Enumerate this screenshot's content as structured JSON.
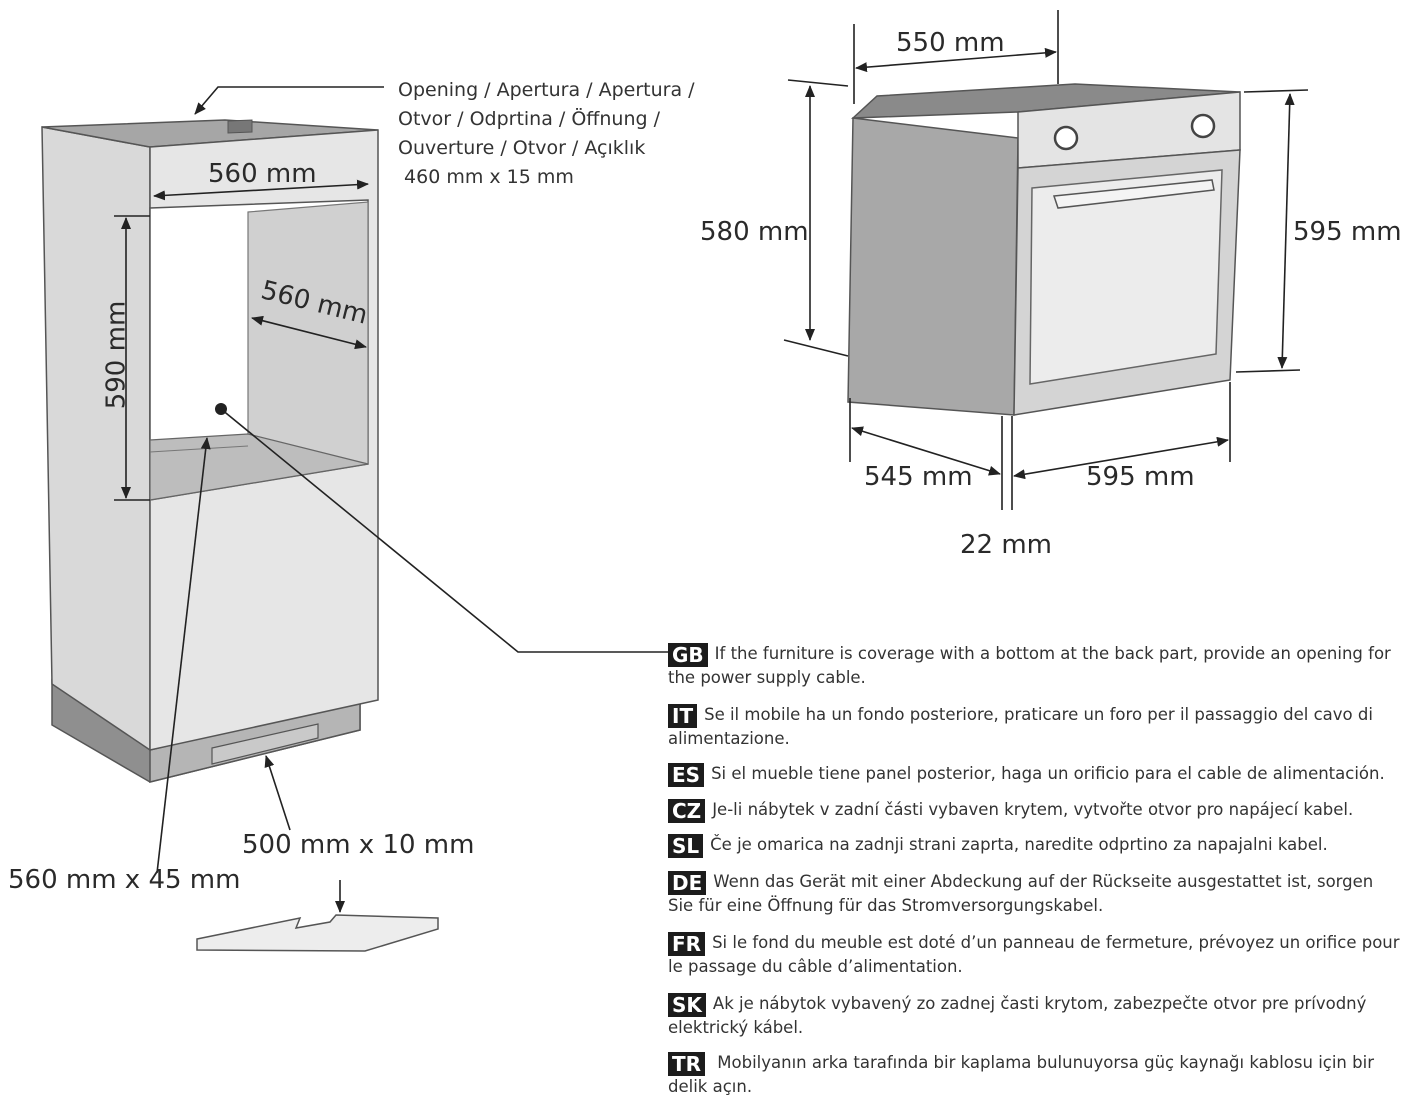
{
  "opening_note": {
    "lines": [
      "Opening / Apertura / Apertura /",
      "Otvor / Odprtina / Öffnung /",
      "Ouverture / Otvor / Açıklık",
      " 460 mm x 15 mm"
    ]
  },
  "cabinet": {
    "width": "560 mm",
    "depth": "560 mm",
    "height": "590 mm",
    "bottom_slot": "500 mm x 10 mm",
    "front_slot": "560 mm x 45 mm"
  },
  "oven": {
    "top_width": "550 mm",
    "body_height": "580 mm",
    "front_height": "595 mm",
    "depth": "545 mm",
    "front_width": "595 mm",
    "panel_thickness": "22 mm"
  },
  "instructions": [
    {
      "code": "GB",
      "text": "If the furniture is coverage with a bottom at the back part, provide an opening for the power supply cable."
    },
    {
      "code": "IT",
      "text": "Se il mobile ha un fondo posteriore, praticare un foro per il passaggio del cavo di alimentazione."
    },
    {
      "code": "ES",
      "text": "Si el mueble tiene panel posterior, haga un orificio para el cable de alimentación."
    },
    {
      "code": "CZ",
      "text": "Je-li nábytek v zadní části vybaven krytem, vytvořte otvor pro napájecí kabel."
    },
    {
      "code": "SL",
      "text": "Če je omarica na zadnji strani zaprta, naredite odprtino za napajalni kabel."
    },
    {
      "code": "DE",
      "text": "Wenn das Gerät mit einer Abdeckung auf der Rückseite ausgestattet ist, sorgen Sie für eine Öffnung für das Stromversorgungskabel."
    },
    {
      "code": "FR",
      "text": "Si le fond du meuble est doté d’un panneau de fermeture, prévoyez un orifice pour le passage du câble d’alimentation."
    },
    {
      "code": "SK",
      "text": "Ak je nábytok vybavený zo zadnej časti krytom, zabezpečte otvor pre prívodný elektrický kábel."
    },
    {
      "code": "TR",
      "text": " Mobilyanın arka tarafında bir kaplama bulunuyorsa güç kaynağı kablosu için bir delik açın."
    }
  ]
}
